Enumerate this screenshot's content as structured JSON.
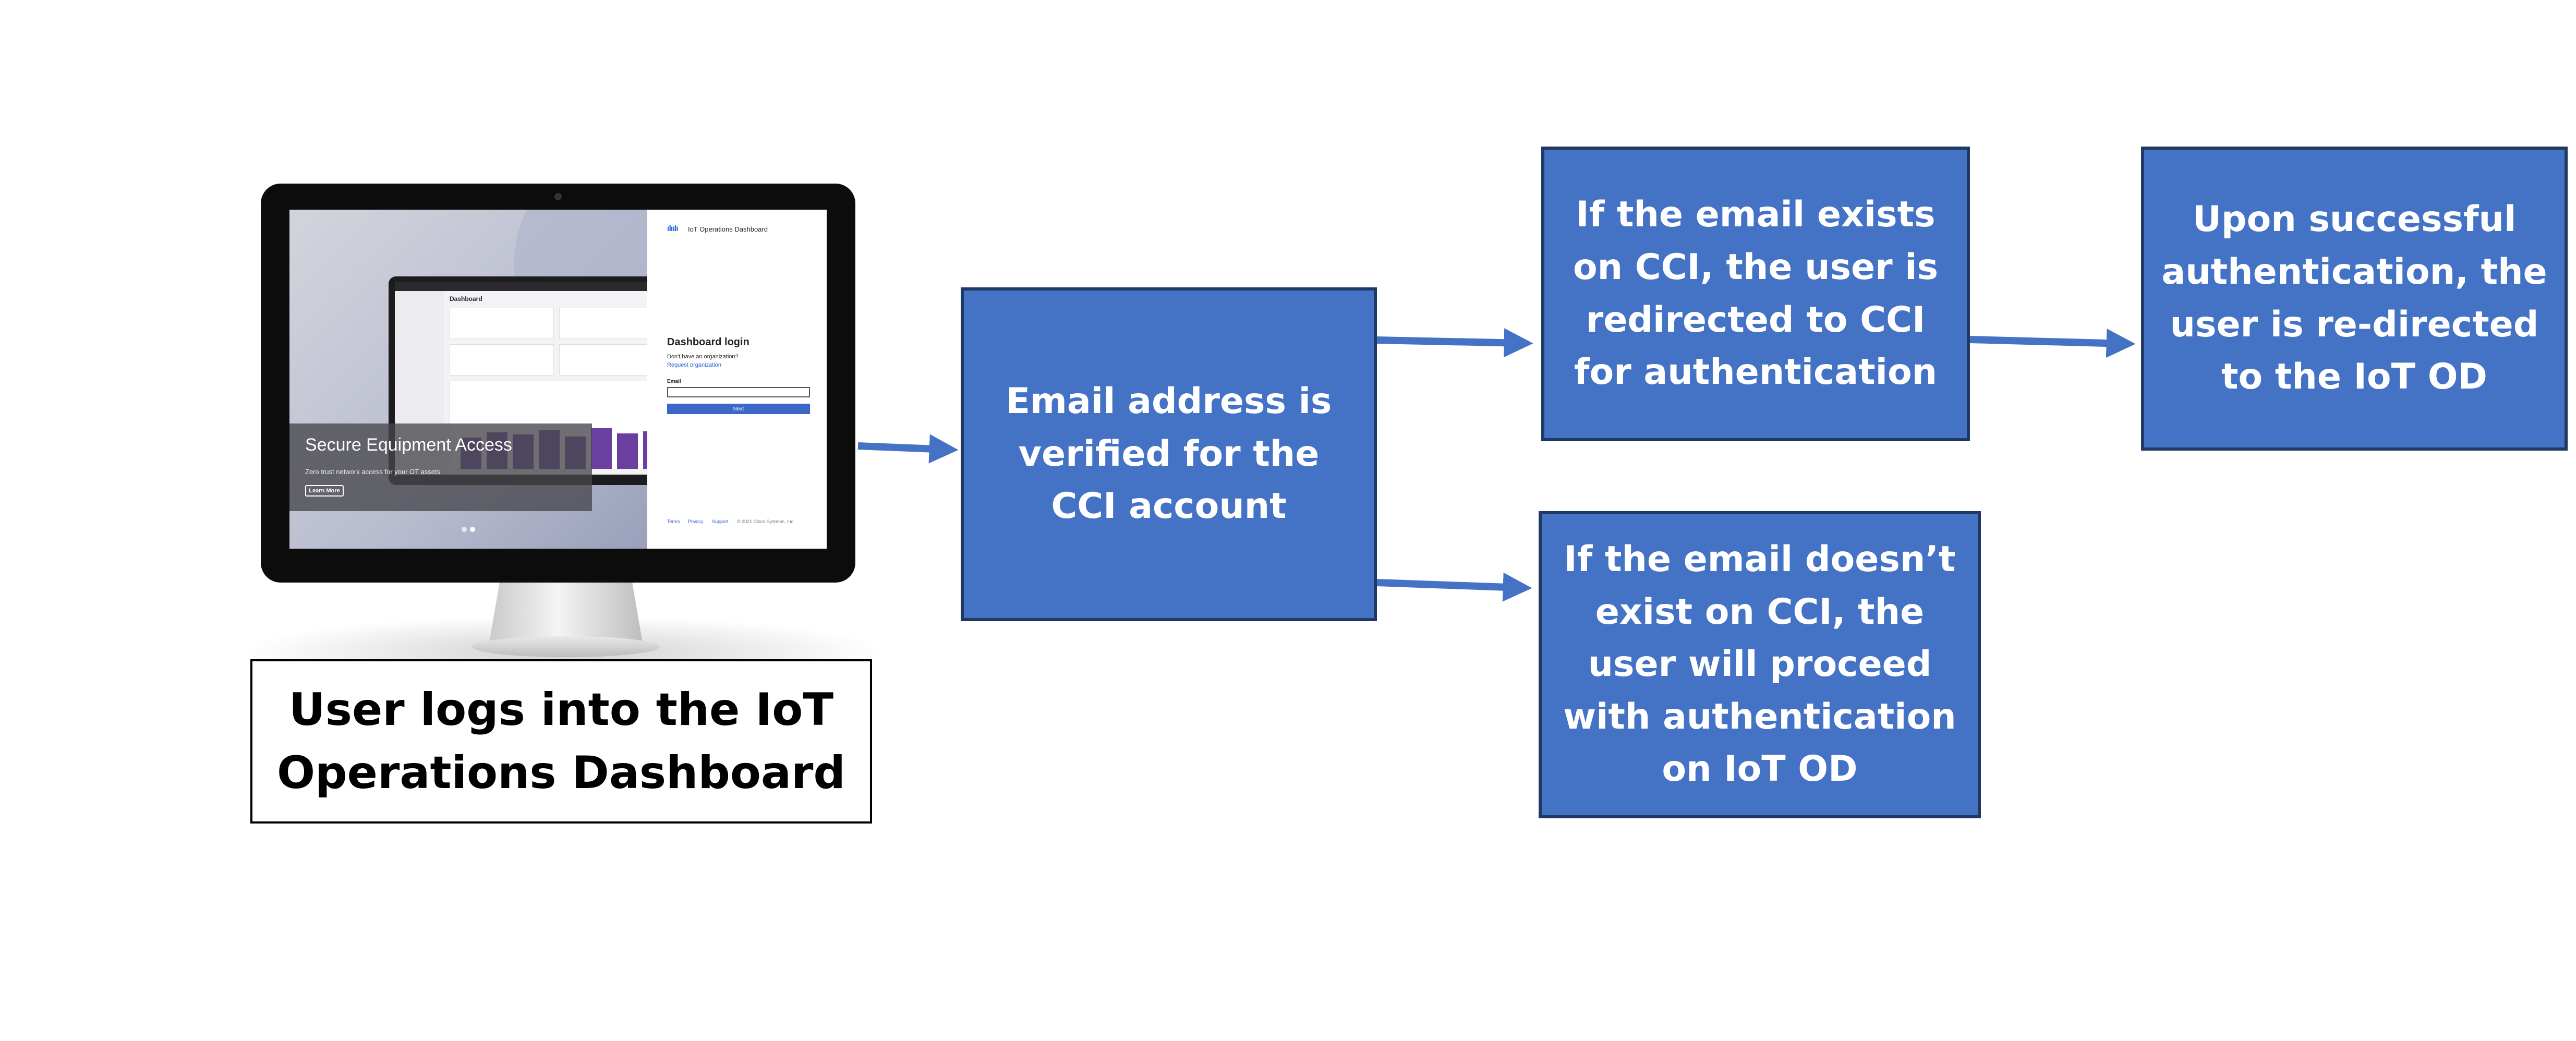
{
  "monitor": {
    "brand_text": "IoT Operations Dashboard",
    "hero_title": "Secure Equipment Access",
    "hero_subtitle": "Zero trust network access for your OT assets",
    "learn_more": "Learn More",
    "login_title": "Dashboard login",
    "no_org_text": "Don't have an organization?",
    "request_org": "Request organization",
    "email_label": "Email",
    "email_value": "",
    "next_label": "Next",
    "footer_links": [
      "Terms",
      "Privacy",
      "Support"
    ],
    "copyright": "© 2021 Cisco Systems, Inc.",
    "laptop_heading": "Dashboard"
  },
  "caption": {
    "line1": "User logs into the IoT",
    "line2": "Operations Dashboard"
  },
  "boxes": {
    "verify": [
      "Email address is",
      "verified for the",
      "CCI account"
    ],
    "exists": [
      "If the email exists",
      "on CCI,  the user is",
      "redirected to CCI",
      "for authentication"
    ],
    "success": [
      "Upon successful",
      "authentication, the",
      "user is re-directed",
      "to the IoT OD"
    ],
    "not_exists": [
      "If the email doesn’t",
      "exist on CCI, the",
      "user will proceed",
      "with authentication",
      "on IoT OD"
    ]
  },
  "colors": {
    "box_fill": "#4472c4",
    "box_border": "#1f3864",
    "arrow": "#4472c4"
  }
}
